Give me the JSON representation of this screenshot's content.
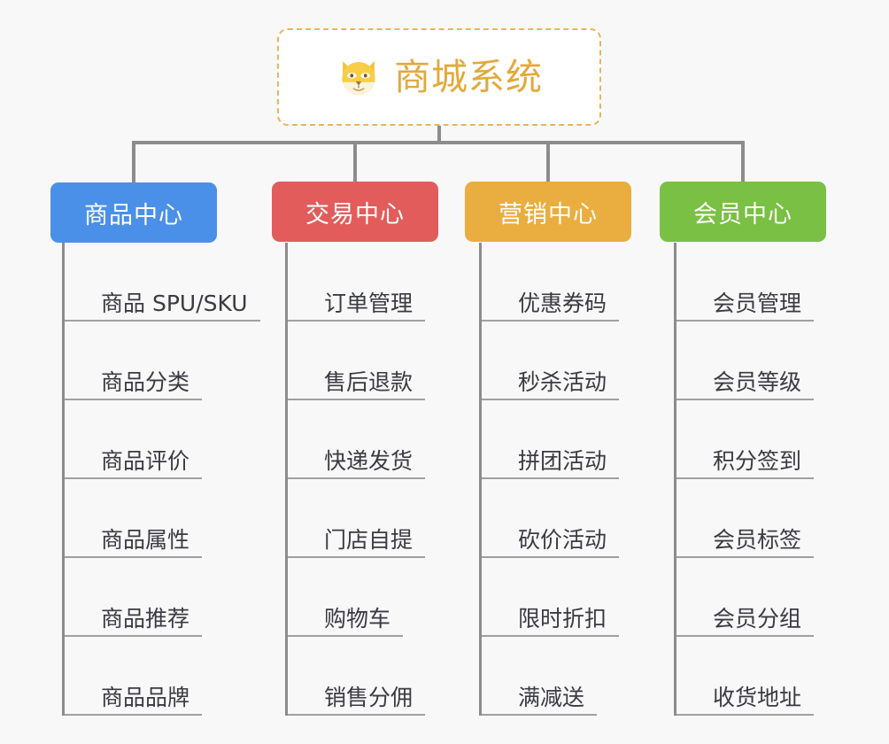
{
  "background_color": "#F8F8F8",
  "root": {
    "title": "商城系统",
    "icon": "shiba-dog-face-icon",
    "title_color": "#E2A93B",
    "border_color": "#E8B45C",
    "fill_color": "#FFFFFF"
  },
  "connector_color": "#8C8C8C",
  "columns": [
    {
      "header": "商品中心",
      "color": "#4A90E8",
      "items": [
        "商品 SPU/SKU",
        "商品分类",
        "商品评价",
        "商品属性",
        "商品推荐",
        "商品品牌"
      ]
    },
    {
      "header": "交易中心",
      "color": "#E25C5C",
      "items": [
        "订单管理",
        "售后退款",
        "快递发货",
        "门店自提",
        "购物车",
        "销售分佣"
      ]
    },
    {
      "header": "营销中心",
      "color": "#E9AE3F",
      "items": [
        "优惠券码",
        "秒杀活动",
        "拼团活动",
        "砍价活动",
        "限时折扣",
        "满减送"
      ]
    },
    {
      "header": "会员中心",
      "color": "#79C044",
      "items": [
        "会员管理",
        "会员等级",
        "积分签到",
        "会员标签",
        "会员分组",
        "收货地址"
      ]
    }
  ]
}
